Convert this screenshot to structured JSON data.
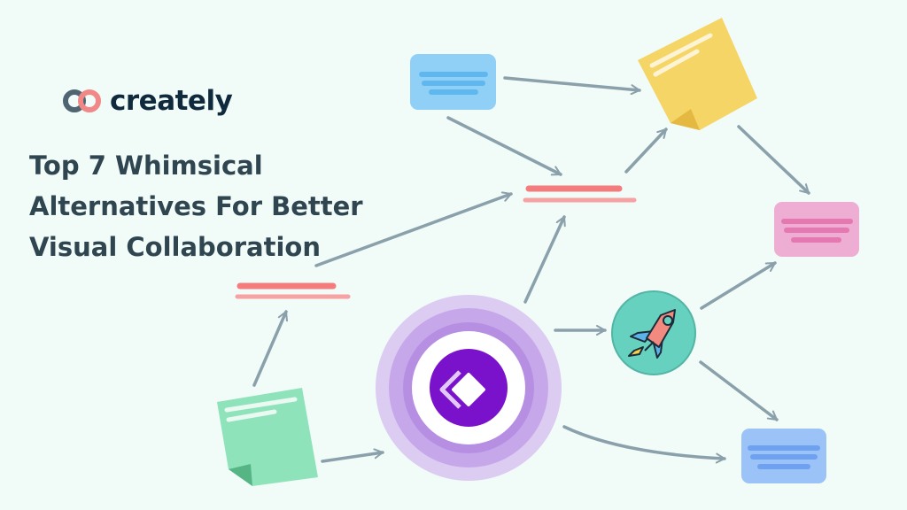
{
  "brand": {
    "name": "creately",
    "icon": "creately-logo-icon"
  },
  "headline": {
    "lines": [
      "Top 7 Whimsical",
      "Alternatives For Better",
      "Visual Collaboration"
    ]
  },
  "colors": {
    "background": "#f1fbf8",
    "title": "#2f4550",
    "arrow": "#8aa0aa",
    "blue_card": "#90d0f7",
    "yellow_note": "#f5d565",
    "pink_card": "#eeadd2",
    "green_note": "#8ee3bb",
    "periwinkle_card": "#9cc3f7",
    "red_lines": "#f47c7c",
    "whimsical_purple": "#7a12cc",
    "rocket_circle": "#66d1bf"
  },
  "diagram": {
    "nodes": [
      {
        "id": "blue-card",
        "type": "card",
        "icon": "text-card-icon"
      },
      {
        "id": "yellow-sticky",
        "type": "sticky-note",
        "icon": "sticky-note-icon"
      },
      {
        "id": "red-lines-top",
        "type": "lines",
        "icon": "text-lines-icon"
      },
      {
        "id": "pink-card",
        "type": "card",
        "icon": "text-card-icon"
      },
      {
        "id": "red-lines-left",
        "type": "lines",
        "icon": "text-lines-icon"
      },
      {
        "id": "whimsical-logo",
        "type": "hub",
        "icon": "whimsical-logo-icon"
      },
      {
        "id": "rocket",
        "type": "circle",
        "icon": "rocket-icon"
      },
      {
        "id": "green-sticky",
        "type": "sticky-note",
        "icon": "sticky-note-icon"
      },
      {
        "id": "periwinkle-card",
        "type": "card",
        "icon": "text-card-icon"
      }
    ]
  }
}
